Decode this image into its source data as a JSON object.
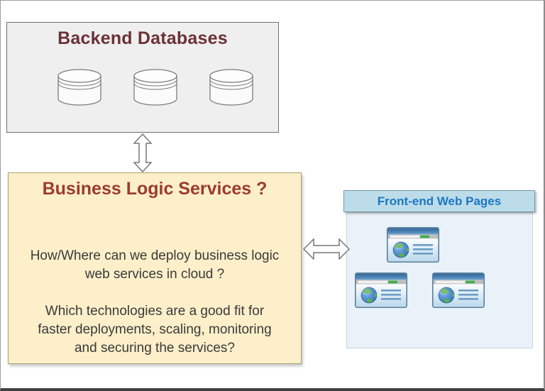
{
  "backend_box": {
    "title": "Backend Databases",
    "database_count": 3
  },
  "business_box": {
    "title": "Business Logic Services ?",
    "lines": [
      "How/Where can we deploy business logic",
      "web services in cloud ?",
      "",
      "Which technologies are a good fit for",
      "faster deployments, scaling, monitoring",
      "and securing the services?"
    ]
  },
  "frontend_box": {
    "title": "Front-end Web Pages",
    "browser_count": 3
  },
  "icons": {
    "database": "database-icon",
    "browser": "browser-window-globe-icon",
    "vertical_arrow": "vertical-double-arrow-icon",
    "horizontal_arrow": "horizontal-double-arrow-icon"
  },
  "colors": {
    "backend_fill": "#efefef",
    "backend_title": "#6b3136",
    "business_fill": "#fcefc9",
    "business_title": "#9c3a32",
    "body_text": "#3a3a3a",
    "frontend_header_fill": "#bcdcea",
    "frontend_title": "#1d77c1",
    "frontend_body_fill": "#e9f2f8",
    "arrow_outline": "#777777"
  }
}
